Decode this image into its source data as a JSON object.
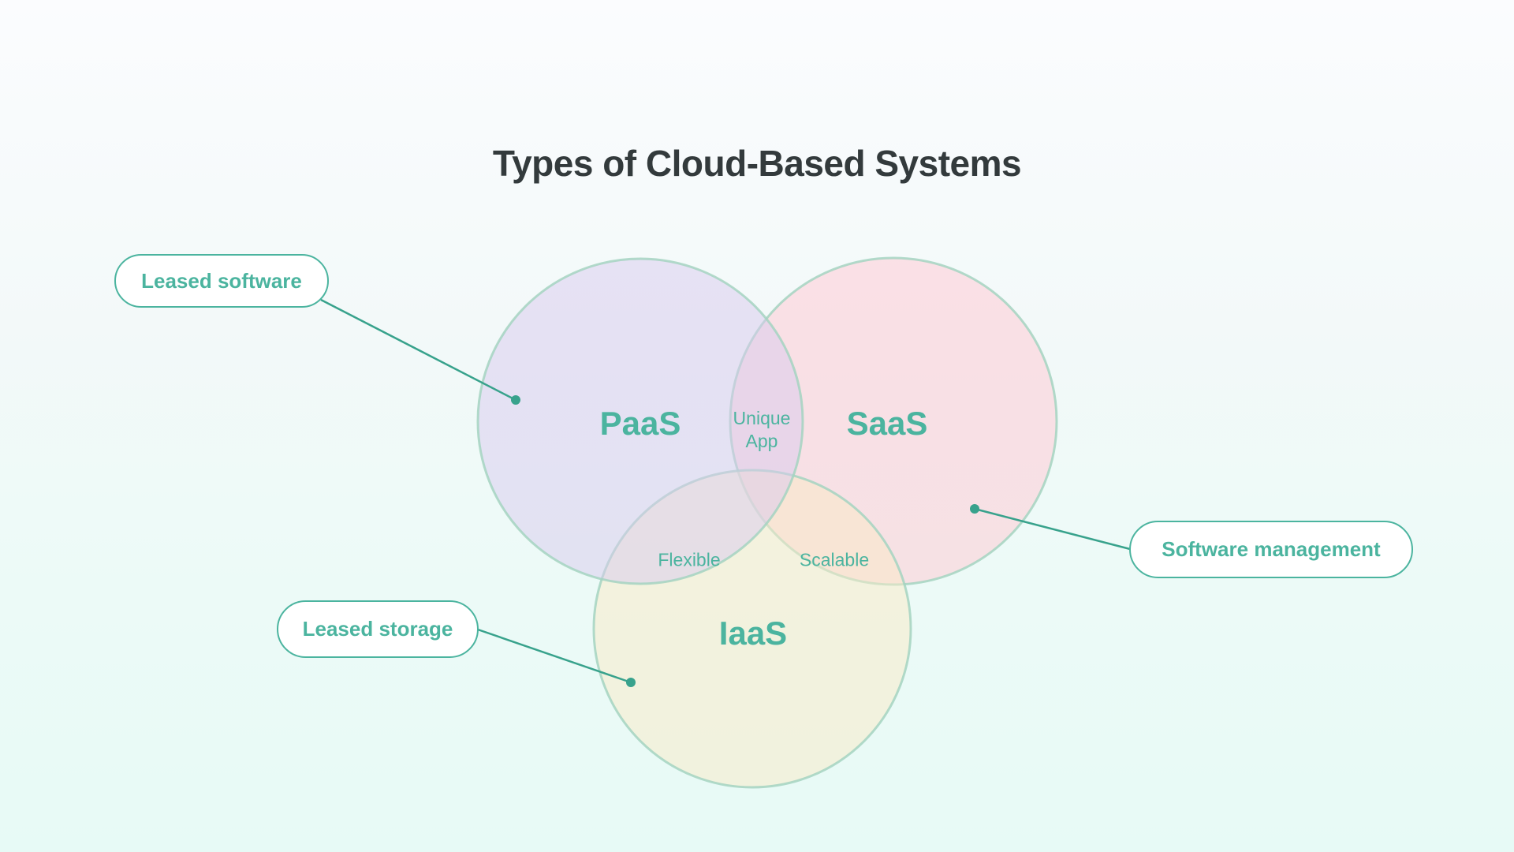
{
  "title": "Types of Cloud-Based Systems",
  "colors": {
    "bg_top": "#fbfcfe",
    "bg_bottom": "#e7faf6",
    "title_color": "#333a3c",
    "teal_text": "#4bb49f",
    "circle_stroke": "#a5d3c1",
    "connector": "#38a28c",
    "paas_fill": "#d7c9ee",
    "saas_fill": "#ffc7d2",
    "iaas_fill": "#fae9c5",
    "pill_bg": "#ffffff"
  },
  "venn": {
    "sets": [
      {
        "id": "paas",
        "label": "PaaS"
      },
      {
        "id": "saas",
        "label": "SaaS"
      },
      {
        "id": "iaas",
        "label": "IaaS"
      }
    ],
    "overlaps": [
      {
        "between": "PaaS + SaaS",
        "label": "Unique\nApp"
      },
      {
        "between": "PaaS + IaaS",
        "label": "Flexible"
      },
      {
        "between": "SaaS + IaaS",
        "label": "Scalable"
      }
    ]
  },
  "callouts": [
    {
      "label": "Leased software",
      "points_to": "PaaS"
    },
    {
      "label": "Software management",
      "points_to": "SaaS"
    },
    {
      "label": "Leased storage",
      "points_to": "IaaS"
    }
  ]
}
